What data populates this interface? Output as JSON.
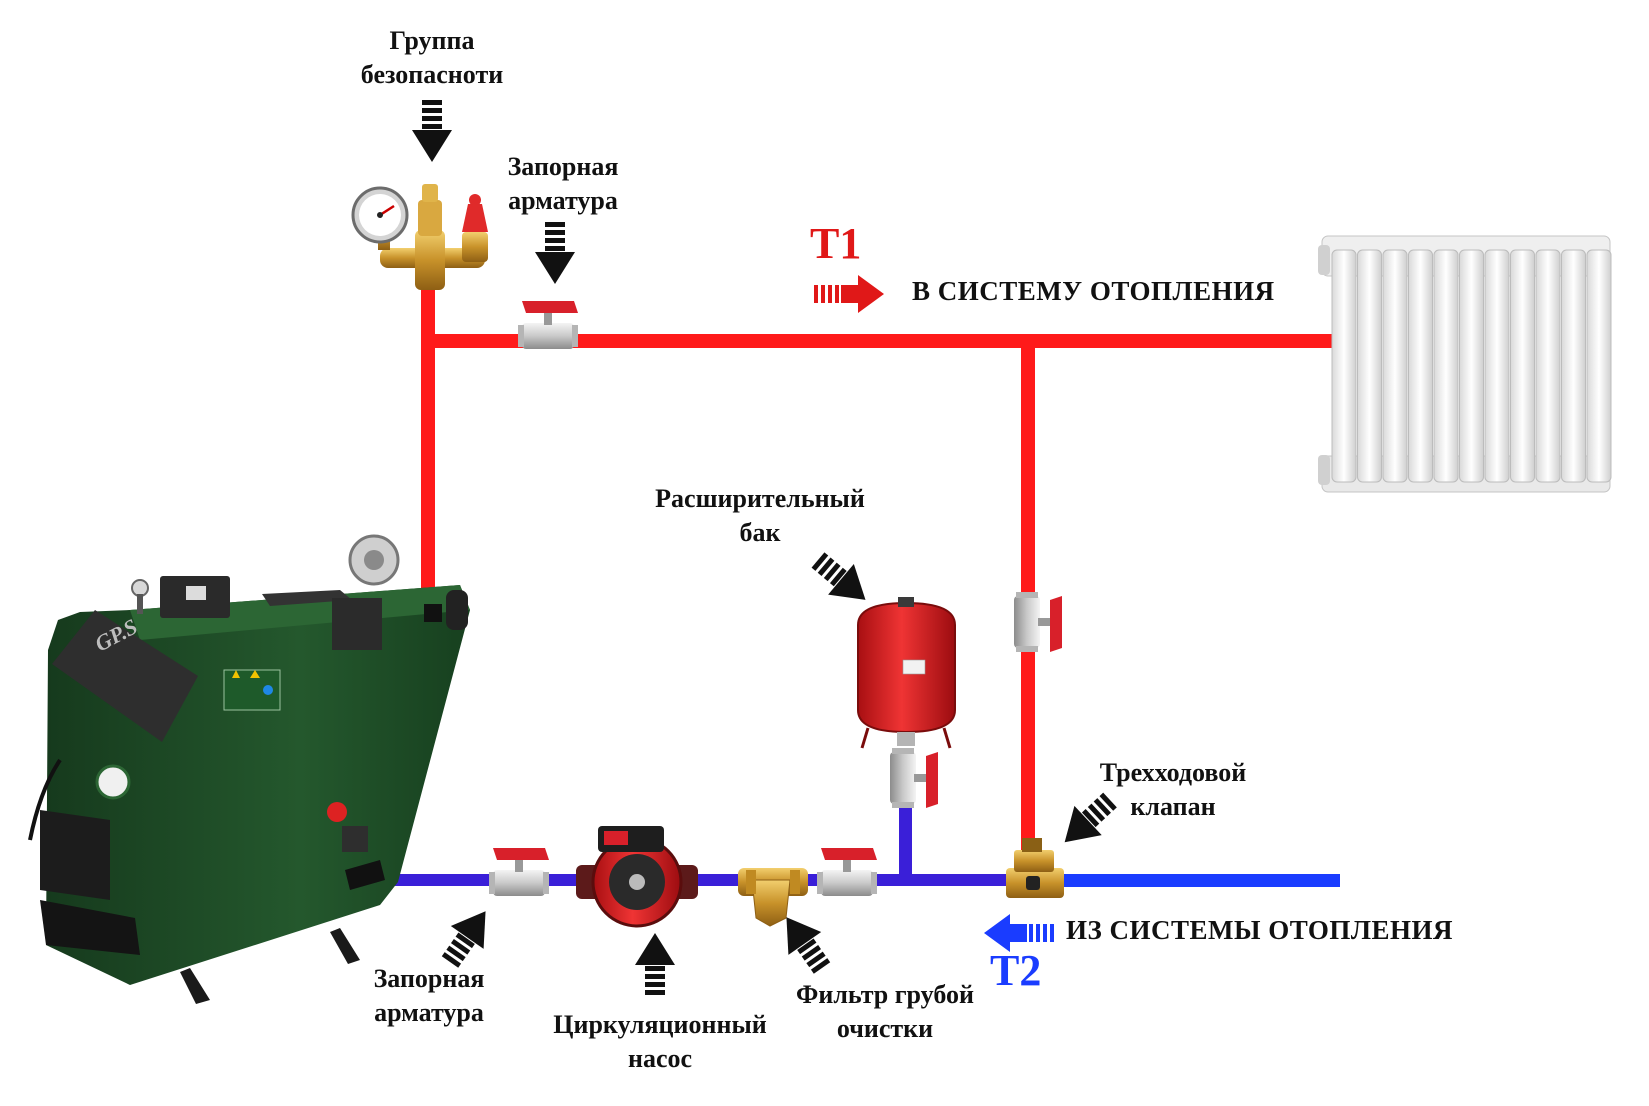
{
  "labels": {
    "safety_group": [
      "Группа",
      "безопасноти"
    ],
    "shutoff_top": [
      "Запорная",
      "арматура"
    ],
    "expansion_tank": [
      "Расширительный",
      "бак"
    ],
    "three_way_valve": [
      "Трехходовой",
      "клапан"
    ],
    "shutoff_bottom": [
      "Запорная",
      "арматура"
    ],
    "circulation_pump": [
      "Циркуляционный",
      "насос"
    ],
    "coarse_filter": [
      "Фильтр грубой",
      "очистки"
    ]
  },
  "flows": {
    "supply": {
      "tag": "T1",
      "text": "В СИСТЕМУ ОТОПЛЕНИЯ"
    },
    "return": {
      "tag": "T2",
      "text": "ИЗ СИСТЕМЫ ОТОПЛЕНИЯ"
    }
  },
  "boiler": {
    "logo": "GP.S"
  },
  "colors": {
    "supply_pipe": "#ff1a1a",
    "return_pipe": "#3a1fd8",
    "return_pipe_right": "#1a3cff",
    "tag_t1": "#e01818",
    "tag_t2": "#1a3cff",
    "boiler_body": "#1f4d27",
    "valve_handle": "#d8202a",
    "brass": "#d4a437"
  },
  "icons": [
    "pressure-gauge-icon",
    "ball-valve-icon",
    "pump-icon",
    "filter-icon",
    "expansion-tank-icon",
    "radiator-icon",
    "boiler-icon",
    "arrow-icon"
  ]
}
